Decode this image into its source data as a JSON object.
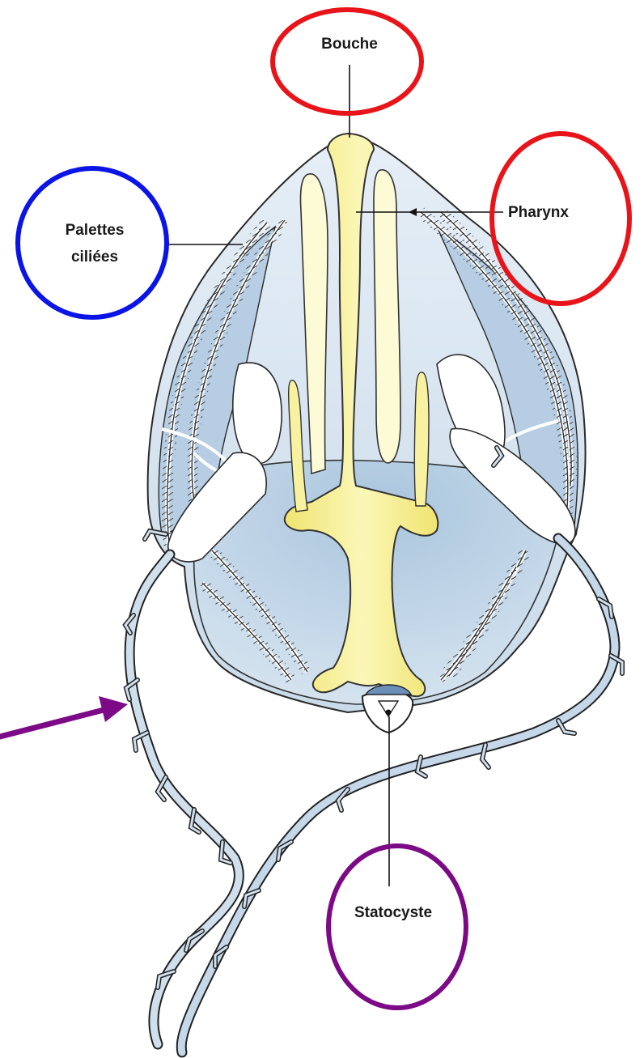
{
  "labels": {
    "bouche": "Bouche",
    "pharynx": "Pharynx",
    "palettes_line1": "Palettes",
    "palettes_line2": "ciliées",
    "statocyste": "Statocyste"
  },
  "colors": {
    "red_circle": "#e8141a",
    "blue_circle": "#0a14e6",
    "purple": "#7c0a86",
    "body_light": "#dde8f2",
    "body_mid": "#bcd2e6",
    "body_dark": "#9dbbd8",
    "outline": "#222222",
    "pharynx_yellow": "#f5ee82",
    "tentacle": "#c8d9e8"
  },
  "icons": {
    "arrow": "purple-arrow-icon"
  }
}
